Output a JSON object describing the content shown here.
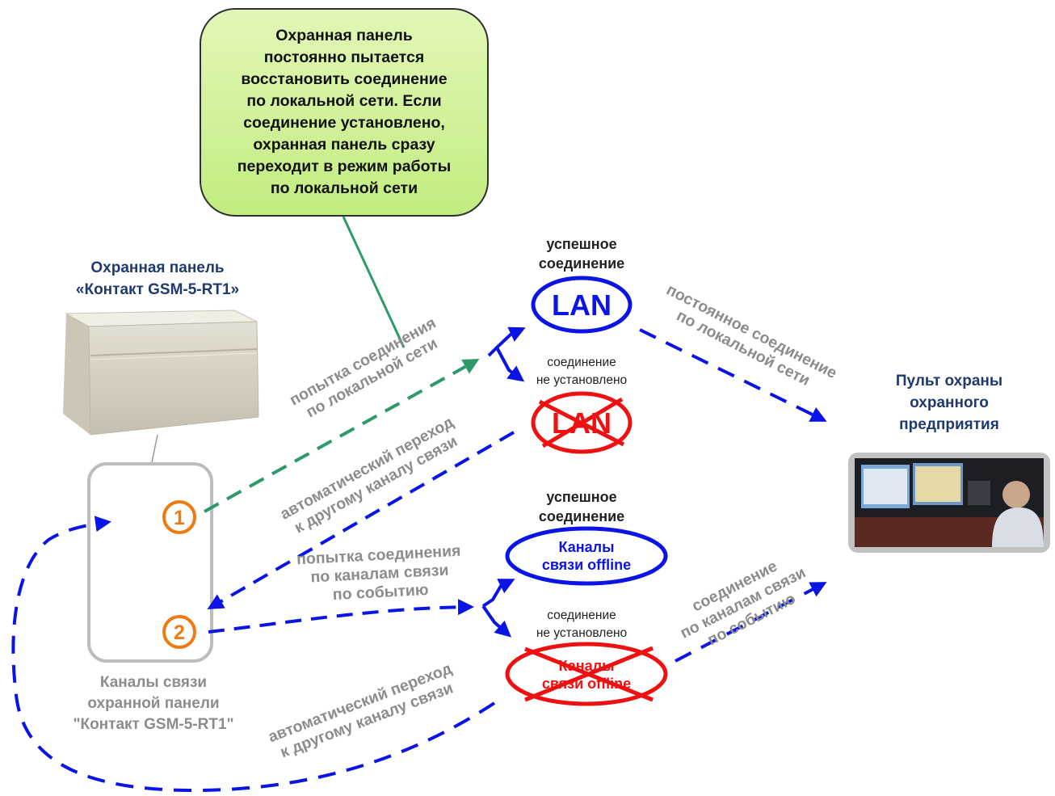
{
  "callout": {
    "lines": [
      "Охранная панель",
      "постоянно пытается",
      "восстановить соединение",
      "по локальной сети. Если",
      "соединение установлено,",
      "охранная панель сразу",
      "переходит в режим работы",
      "по локальной сети"
    ]
  },
  "panel": {
    "title_lines": [
      "Охранная панель",
      "«Контакт GSM-5-RT1»"
    ]
  },
  "console": {
    "title_lines": [
      "Пульт охраны",
      "охранного",
      "предприятия"
    ]
  },
  "channels": {
    "markers": [
      "1",
      "2"
    ],
    "caption_lines": [
      "Каналы связи",
      "охранной панели",
      "\"Контакт GSM-5-RT1\""
    ]
  },
  "nodes": {
    "lan_ok": {
      "label": "LAN",
      "status_lines": [
        "успешное",
        "соединение"
      ]
    },
    "lan_fail": {
      "label": "LAN",
      "status_lines": [
        "соединение",
        "не установлено"
      ]
    },
    "offline_ok": {
      "label_lines": [
        "Каналы",
        "связи offline"
      ],
      "status_lines": [
        "успешное",
        "соединение"
      ]
    },
    "offline_fail": {
      "label_lines": [
        "Каналы",
        "связи offline"
      ],
      "status_lines": [
        "соединение",
        "не установлено"
      ]
    }
  },
  "arrow_labels": {
    "lan_attempt": [
      "попытка соединения",
      "по локальной сети"
    ],
    "lan_permanent": [
      "постоянное соединение",
      "по локальной сети"
    ],
    "switch_1": [
      "автоматический переход",
      "к другому каналу связи"
    ],
    "event_attempt": [
      "попытка соединения",
      "по каналам связи",
      "по событию"
    ],
    "event_connection": [
      "соединение",
      "по каналам связи",
      "по событию"
    ],
    "switch_2": [
      "автоматический переход",
      "к другому каналу связи"
    ]
  },
  "colors": {
    "blue": "#0a14e6",
    "red": "#ee1111",
    "green": "#2e9a6a",
    "orange": "#ef7a12",
    "gray": "#8c8c8c",
    "title_blue": "#1f3a6e",
    "callout_green": "#c8ee8a"
  },
  "icons": {
    "device": "wall-mounted-security-panel",
    "console": "security-operator-at-monitors-photo"
  }
}
